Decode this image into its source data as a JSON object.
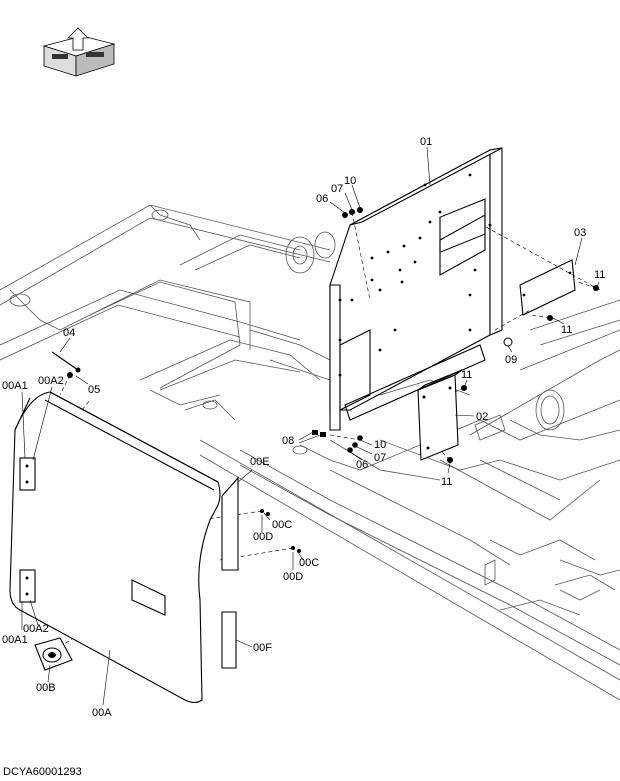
{
  "labels": {
    "p01": "01",
    "p02": "02",
    "p03": "03",
    "p04": "04",
    "p05": "05",
    "p06a": "06",
    "p06b": "06",
    "p07a": "07",
    "p07b": "07",
    "p08": "08",
    "p09": "09",
    "p10a": "10",
    "p10b": "10",
    "p11a": "11",
    "p11b": "11",
    "p11c": "11",
    "p11d": "11",
    "p00a": "00A",
    "p00a1_top": "00A1",
    "p00a2_top": "00A2",
    "p00a1_bot": "00A1",
    "p00a2_bot": "00A2",
    "p00b": "00B",
    "p00c_1": "00C",
    "p00c_2": "00C",
    "p00d_1": "00D",
    "p00d_2": "00D",
    "p00e": "00E",
    "p00f": "00F"
  },
  "document_id": "DCYA60001293",
  "icons": {
    "orientation": "machine-orientation-icon"
  }
}
